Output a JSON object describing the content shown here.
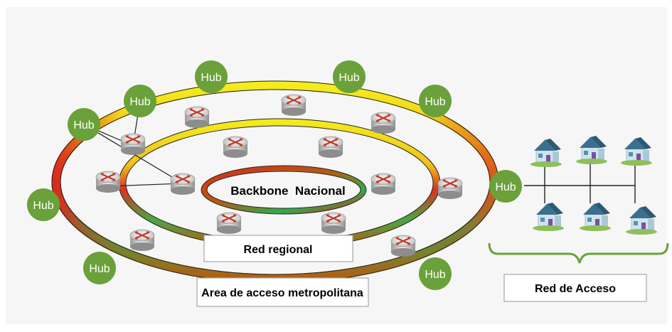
{
  "labels": {
    "backbone": "Backbone  Nacional",
    "regional": "Red regional",
    "metro": "Area de acceso metropolitana",
    "access": "Red de Acceso"
  },
  "hubs": [
    {
      "id": "hub-top-left",
      "label": "Hub"
    },
    {
      "id": "hub-top-1",
      "label": "Hub"
    },
    {
      "id": "hub-top-2",
      "label": "Hub"
    },
    {
      "id": "hub-top-right",
      "label": "Hub"
    },
    {
      "id": "hub-left-upper",
      "label": "Hub"
    },
    {
      "id": "hub-left",
      "label": "Hub"
    },
    {
      "id": "hub-bottom-left",
      "label": "Hub"
    },
    {
      "id": "hub-bottom-right",
      "label": "Hub"
    },
    {
      "id": "hub-access",
      "label": "Hub"
    }
  ],
  "colors": {
    "background": "#f6f6f6",
    "hub": "#6aa13a",
    "box_border": "#a6a6a6",
    "ring_yellow": "#f2ea1c",
    "ring_red": "#d92b1a",
    "ring_green": "#2faa4b",
    "ring_brown": "#b25e12",
    "house_roof": "#3b6f8e",
    "house_wall": "#cfe4ee"
  }
}
